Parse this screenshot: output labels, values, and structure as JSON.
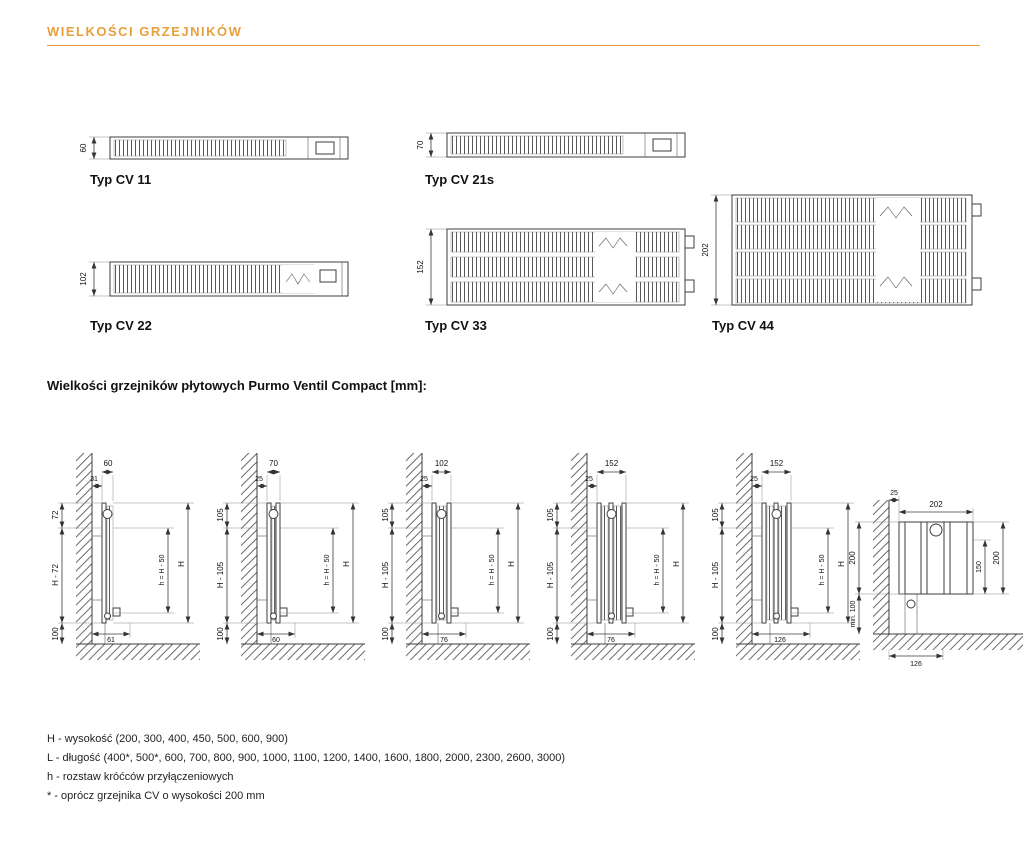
{
  "accent_color": "#E89F3C",
  "header": {
    "title": "WIELKOŚCI GRZEJNIKÓW"
  },
  "top_views": [
    {
      "label": "Typ CV 11",
      "depth": "60"
    },
    {
      "label": "Typ CV 21s",
      "depth": "70"
    },
    {
      "label": "Typ CV 22",
      "depth": "102"
    },
    {
      "label": "Typ CV 33",
      "depth": "152"
    },
    {
      "label": "Typ CV 44",
      "depth": "202"
    }
  ],
  "section_title": "Wielkości grzejników płytowych Purmo Ventil Compact [mm]:",
  "side_views": [
    {
      "gap": "31",
      "depth": "60",
      "top_offset": "72",
      "middle": "H - 72",
      "bottom_offset": "100",
      "inner_height": "h = H - 50",
      "outer_height": "H",
      "bottom_depth": "61"
    },
    {
      "gap": "25",
      "depth": "70",
      "top_offset": "105",
      "middle": "H - 105",
      "bottom_offset": "100",
      "inner_height": "h = H - 50",
      "outer_height": "H",
      "bottom_depth": "60"
    },
    {
      "gap": "25",
      "depth": "102",
      "top_offset": "105",
      "middle": "H - 105",
      "bottom_offset": "100",
      "inner_height": "h = H - 50",
      "outer_height": "H",
      "bottom_depth": "76"
    },
    {
      "gap": "25",
      "depth": "152",
      "top_offset": "105",
      "middle": "H - 105",
      "bottom_offset": "100",
      "inner_height": "h = H - 50",
      "outer_height": "H",
      "bottom_depth": "76"
    },
    {
      "gap": "25",
      "depth": "152",
      "top_offset": "105",
      "middle": "H - 105",
      "bottom_offset": "100",
      "inner_height": "h = H - 50",
      "outer_height": "H",
      "bottom_depth": "126"
    }
  ],
  "detail_view": {
    "gap": "25",
    "depth": "202",
    "height_left": "200",
    "floor_clearance": "min. 100",
    "pipe_spacing": "150",
    "height_right": "200",
    "bottom_depth": "126"
  },
  "legend": {
    "lines": [
      "H - wysokość (200, 300, 400, 450, 500, 600, 900)",
      "L - długość (400*, 500*, 600, 700, 800, 900, 1000, 1100, 1200, 1400, 1600, 1800, 2000, 2300, 2600, 3000)",
      "h - rozstaw króćców przyłączeniowych",
      "* - oprócz grzejnika CV o wysokości 200 mm"
    ]
  }
}
